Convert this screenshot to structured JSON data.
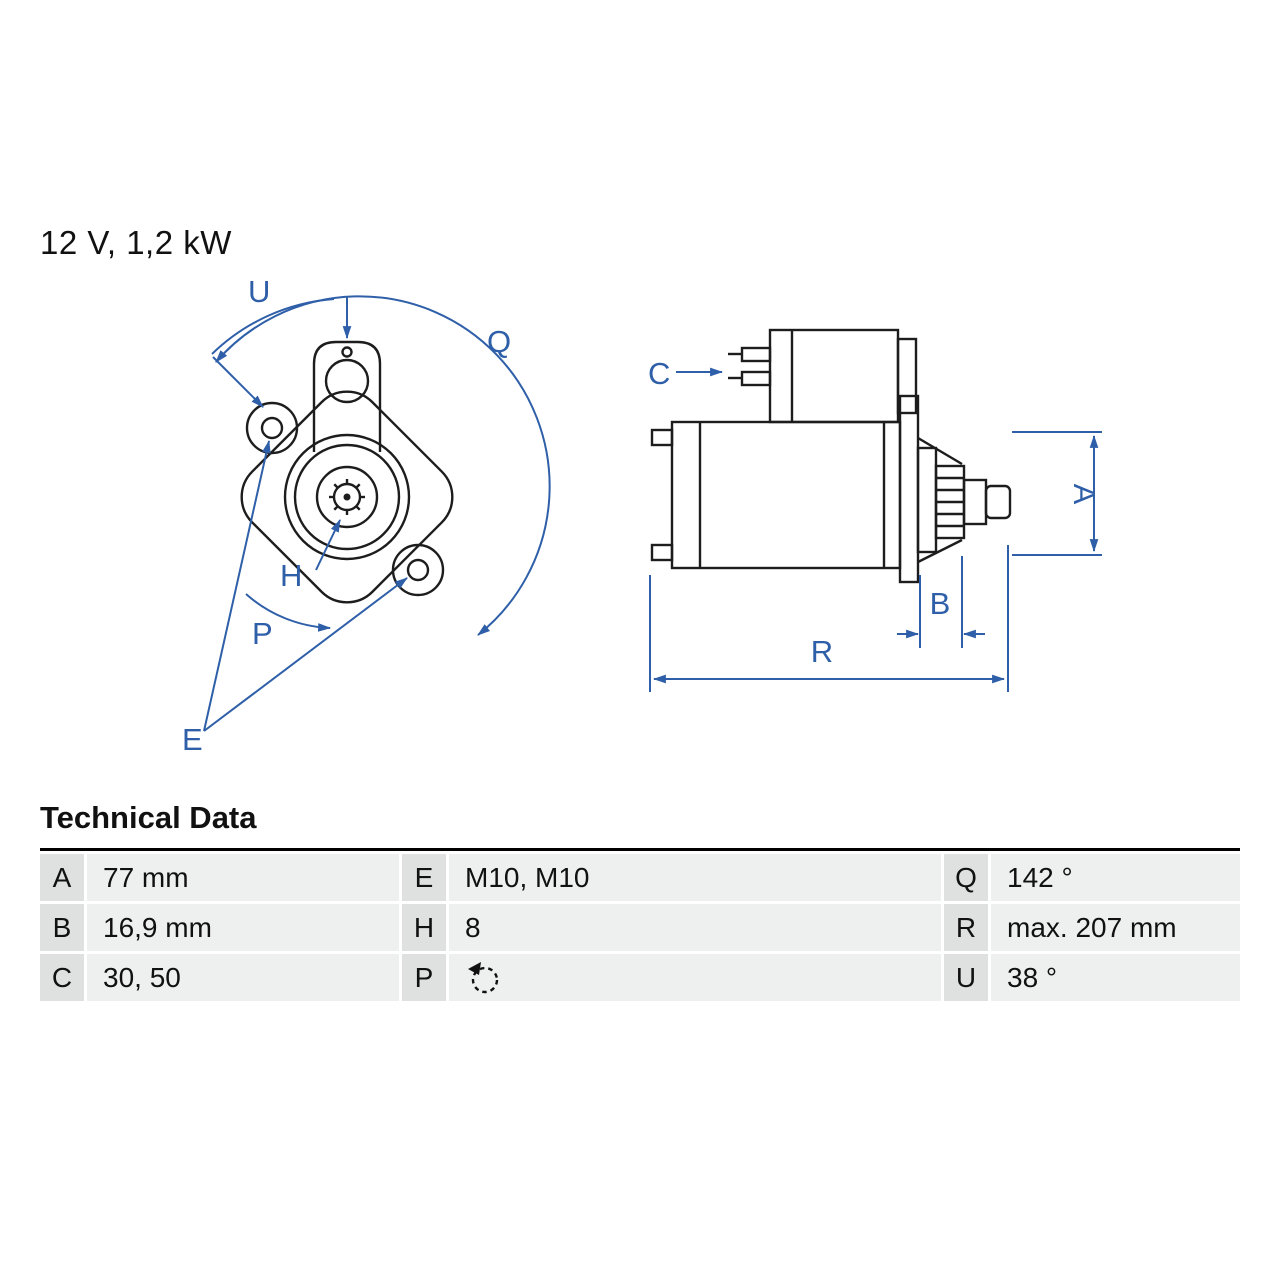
{
  "header": {
    "power_label": "12 V, 1,2 kW"
  },
  "drawing": {
    "accent_color": "#2e5fa8",
    "labels": {
      "u": "U",
      "q": "Q",
      "h": "H",
      "p": "P",
      "e": "E",
      "c": "C",
      "a": "A",
      "b": "B",
      "r": "R"
    }
  },
  "technical_data": {
    "title": "Technical Data",
    "rows": [
      {
        "c1": {
          "key": "A",
          "value": "77 mm"
        },
        "c2": {
          "key": "E",
          "value": "M10, M10"
        },
        "c3": {
          "key": "Q",
          "value": "142 °"
        }
      },
      {
        "c1": {
          "key": "B",
          "value": "16,9 mm"
        },
        "c2": {
          "key": "H",
          "value": "8"
        },
        "c3": {
          "key": "R",
          "value": "max. 207 mm"
        }
      },
      {
        "c1": {
          "key": "C",
          "value": "30, 50"
        },
        "c2": {
          "key": "P",
          "value": "",
          "value_icon": "rotation-ccw-icon"
        },
        "c3": {
          "key": "U",
          "value": "38 °"
        }
      }
    ]
  }
}
